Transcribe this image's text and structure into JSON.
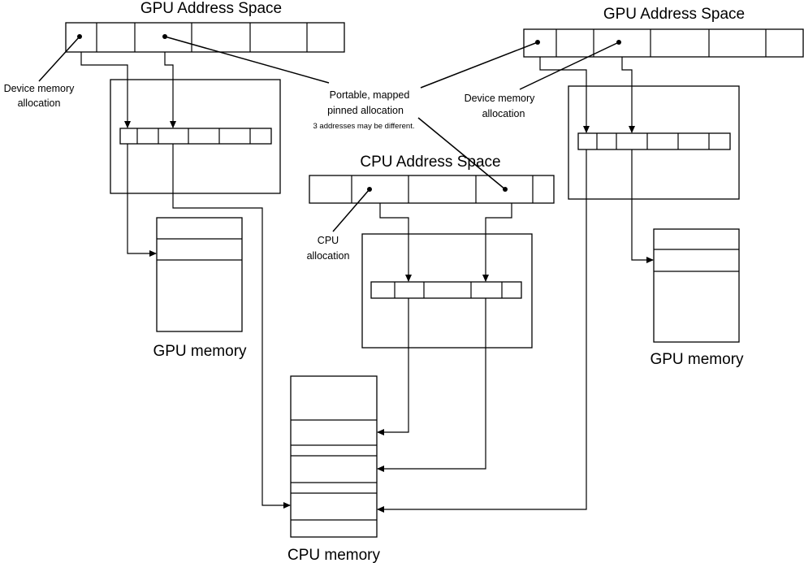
{
  "titles": {
    "gpu_space_left": "GPU Address Space",
    "gpu_space_right": "GPU Address Space",
    "cpu_space": "CPU Address Space"
  },
  "callouts": {
    "device_alloc_left": [
      "Device memory",
      "allocation"
    ],
    "device_alloc_right": [
      "Device memory",
      "allocation"
    ],
    "portable_pinned": [
      "Portable, mapped",
      "pinned allocation"
    ],
    "portable_note": "3 addresses may be different.",
    "cpu_alloc": [
      "CPU",
      "allocation"
    ]
  },
  "memory_labels": {
    "gpu_left": "GPU memory",
    "gpu_right": "GPU memory",
    "cpu": "CPU memory"
  }
}
